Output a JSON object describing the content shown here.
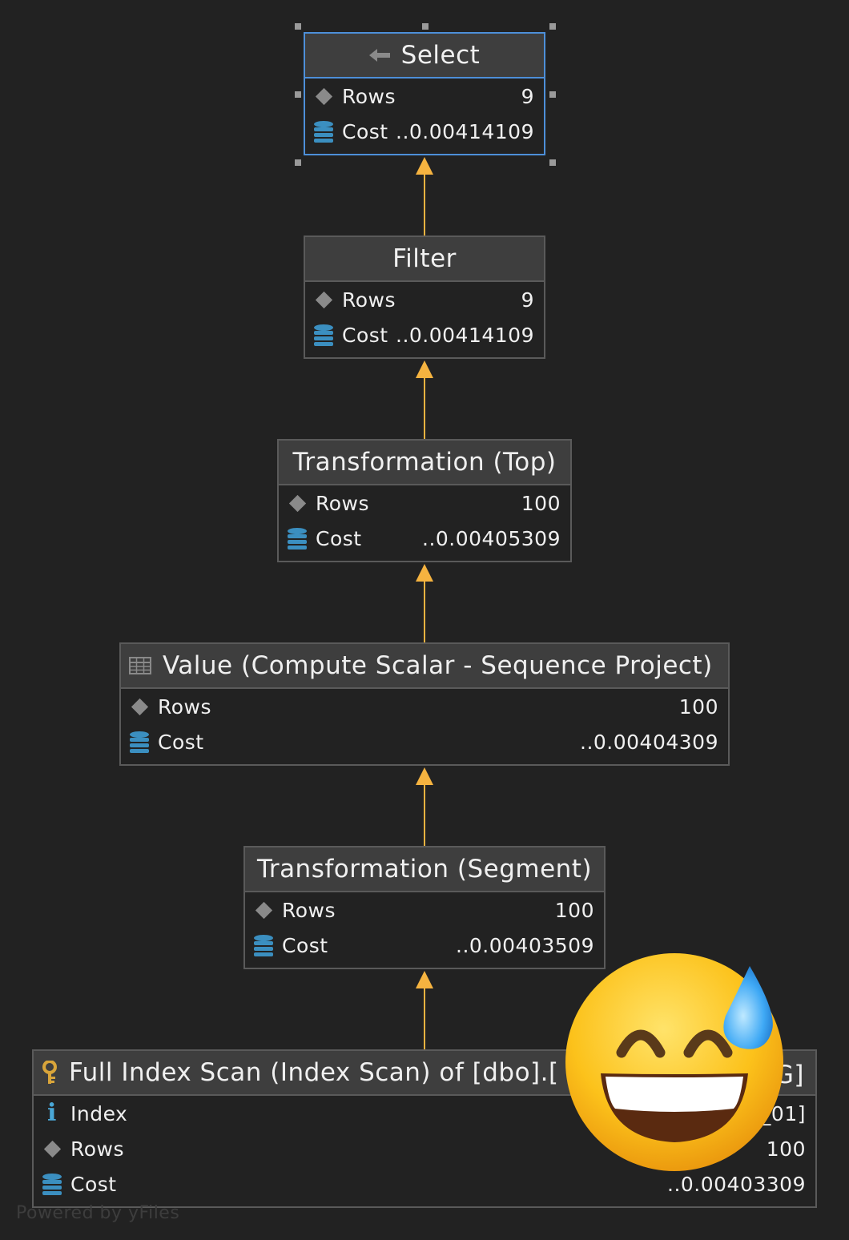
{
  "diagram": {
    "watermark": "Powered by yFiles",
    "colors": {
      "background": "#222222",
      "header": "#3e3e3e",
      "border": "#5a5a5a",
      "selected_border": "#4d8fd9",
      "edge": "#f5b340",
      "db_icon": "#3b8fc0",
      "key_icon": "#d9a53a"
    },
    "nodes": [
      {
        "title": "Select",
        "icon": "arrow-left-icon",
        "selected": true,
        "rows": [
          {
            "icon": "diamond-icon",
            "label": "Rows",
            "value": "9"
          },
          {
            "icon": "database-icon",
            "label": "Cost",
            "value": "..0.00414109"
          }
        ]
      },
      {
        "title": "Filter",
        "rows": [
          {
            "icon": "diamond-icon",
            "label": "Rows",
            "value": "9"
          },
          {
            "icon": "database-icon",
            "label": "Cost",
            "value": "..0.00414109"
          }
        ]
      },
      {
        "title": "Transformation (Top)",
        "rows": [
          {
            "icon": "diamond-icon",
            "label": "Rows",
            "value": "100"
          },
          {
            "icon": "database-icon",
            "label": "Cost",
            "value": "..0.00405309"
          }
        ]
      },
      {
        "title": "Value (Compute Scalar - Sequence Project)",
        "icon": "table-icon",
        "rows": [
          {
            "icon": "diamond-icon",
            "label": "Rows",
            "value": "100"
          },
          {
            "icon": "database-icon",
            "label": "Cost",
            "value": "..0.00404309"
          }
        ]
      },
      {
        "title": "Transformation (Segment)",
        "rows": [
          {
            "icon": "diamond-icon",
            "label": "Rows",
            "value": "100"
          },
          {
            "icon": "database-icon",
            "label": "Cost",
            "value": "..0.00403509"
          }
        ]
      },
      {
        "title": "Full Index Scan (Index Scan) of [dbo].[",
        "title_tail": "G]",
        "icon": "key-icon",
        "rows": [
          {
            "icon": "info-icon",
            "label": "Index",
            "value": "_01]"
          },
          {
            "icon": "diamond-icon",
            "label": "Rows",
            "value": "100"
          },
          {
            "icon": "database-icon",
            "label": "Cost",
            "value": "..0.00403309"
          }
        ]
      }
    ],
    "overlay": {
      "icon": "grinning-face-with-sweat-emoji"
    }
  }
}
